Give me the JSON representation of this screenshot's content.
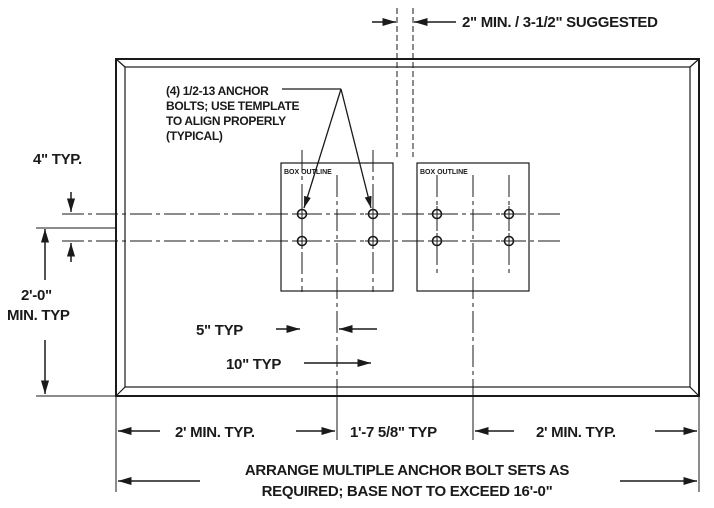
{
  "labels": {
    "top_clearance": "2\" MIN. / 3-1/2\" SUGGESTED",
    "anchor_note_line1": "(4) 1/2-13 ANCHOR",
    "anchor_note_line2": "BOLTS; USE TEMPLATE",
    "anchor_note_line3": "TO ALIGN PROPERLY",
    "anchor_note_line4": "(TYPICAL)",
    "box_outline_left": "BOX OUTLINE",
    "box_outline_right": "BOX OUTLINE",
    "dim_4_typ": "4\" TYP.",
    "dim_2ft_line1": "2'-0\"",
    "dim_2ft_line2": "MIN. TYP",
    "dim_5_typ": "5\" TYP",
    "dim_10_typ": "10\" TYP",
    "dim_bottom_left": "2' MIN. TYP.",
    "dim_bottom_mid": "1'-7 5/8\" TYP",
    "dim_bottom_right": "2' MIN. TYP.",
    "bottom_note_line1": "ARRANGE MULTIPLE ANCHOR BOLT SETS AS",
    "bottom_note_line2": "REQUIRED; BASE NOT TO EXCEED 16'-0\""
  },
  "colors": {
    "line": "#1a1a1a"
  }
}
